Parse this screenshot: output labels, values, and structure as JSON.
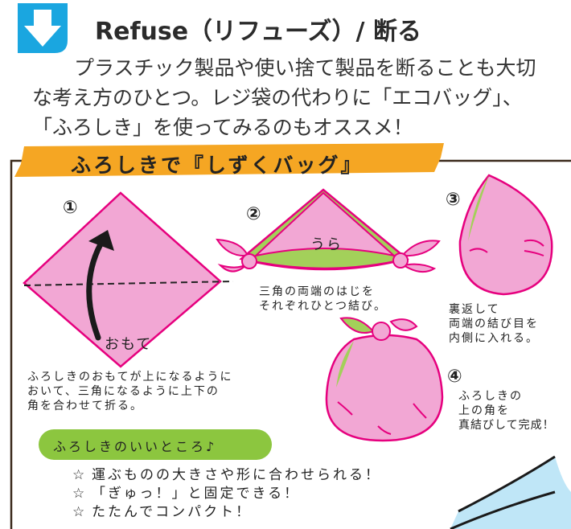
{
  "header": {
    "icon": "down-arrow-icon",
    "title": "Refuse（リフューズ）/ 断る",
    "accent": "#1aa6e0"
  },
  "intro": {
    "line1": "プラスチック製品や使い捨て製品を断ることも大切",
    "line2": "な考え方のひとつ。レジ袋の代わりに「エコバッグ」、",
    "line3": "「ふろしき」を使ってみるのもオススメ！"
  },
  "guide": {
    "banner_title": "ふろしきで『しずくバッグ』",
    "banner_color": "#f5a623",
    "steps": [
      {
        "number": "①",
        "side_label": "おもて",
        "text_lines": [
          "ふろしきのおもてが上になるように",
          "おいて、三角になるように上下の",
          "角を合わせて折る。"
        ]
      },
      {
        "number": "②",
        "side_label": "うら",
        "text_lines": [
          "三角の両端のはじを",
          "それぞれひとつ結び。"
        ]
      },
      {
        "number": "③",
        "text_lines": [
          "裏返して",
          "両端の結び目を",
          "内側に入れる。"
        ]
      },
      {
        "number": "④",
        "text_lines": [
          "ふろしきの",
          "上の角を",
          "真結びして完成！"
        ]
      }
    ],
    "cloth_pink": "#f2a7d4",
    "cloth_edge": "#e6007e",
    "cloth_green": "#a3d05a",
    "good_points": {
      "title": "ふろしきのいいところ♪",
      "pill_color": "#8cc63f",
      "items": [
        "運ぶものの大きさや形に合わせられる！",
        "「ぎゅっ！」と固定できる！",
        "たたんでコンパクト！"
      ],
      "bullet": "☆"
    }
  }
}
